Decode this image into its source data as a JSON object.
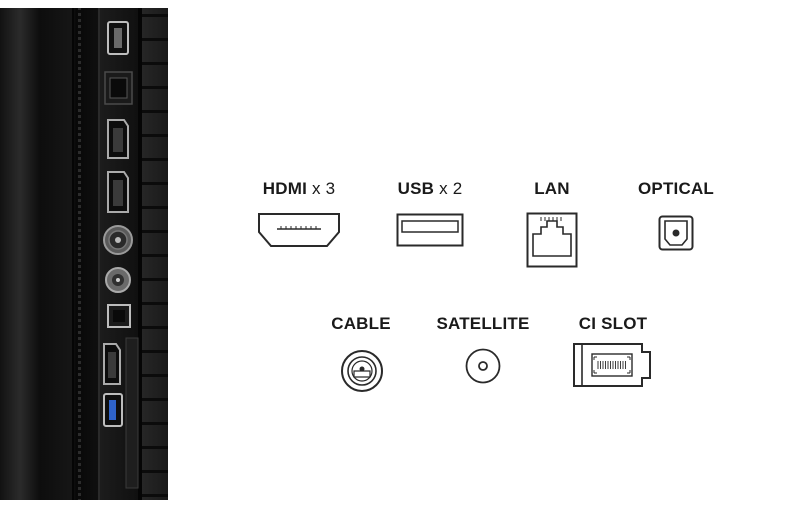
{
  "ports": {
    "hdmi": {
      "name": "HDMI",
      "count": "x 3",
      "icon": "hdmi-port-icon"
    },
    "usb": {
      "name": "USB",
      "count": "x 2",
      "icon": "usb-port-icon"
    },
    "lan": {
      "name": "LAN",
      "icon": "ethernet-port-icon"
    },
    "optical": {
      "name": "OPTICAL",
      "icon": "optical-port-icon"
    },
    "cable": {
      "name": "CABLE",
      "icon": "coax-cable-port-icon"
    },
    "satellite": {
      "name": "SATELLITE",
      "icon": "satellite-port-icon"
    },
    "ci_slot": {
      "name": "CI SLOT",
      "icon": "ci-slot-icon"
    }
  },
  "colors": {
    "text": "#1a1a1a",
    "icon_stroke": "#2a2a2a",
    "background": "#ffffff",
    "usb_blue": "#2f63c9"
  }
}
